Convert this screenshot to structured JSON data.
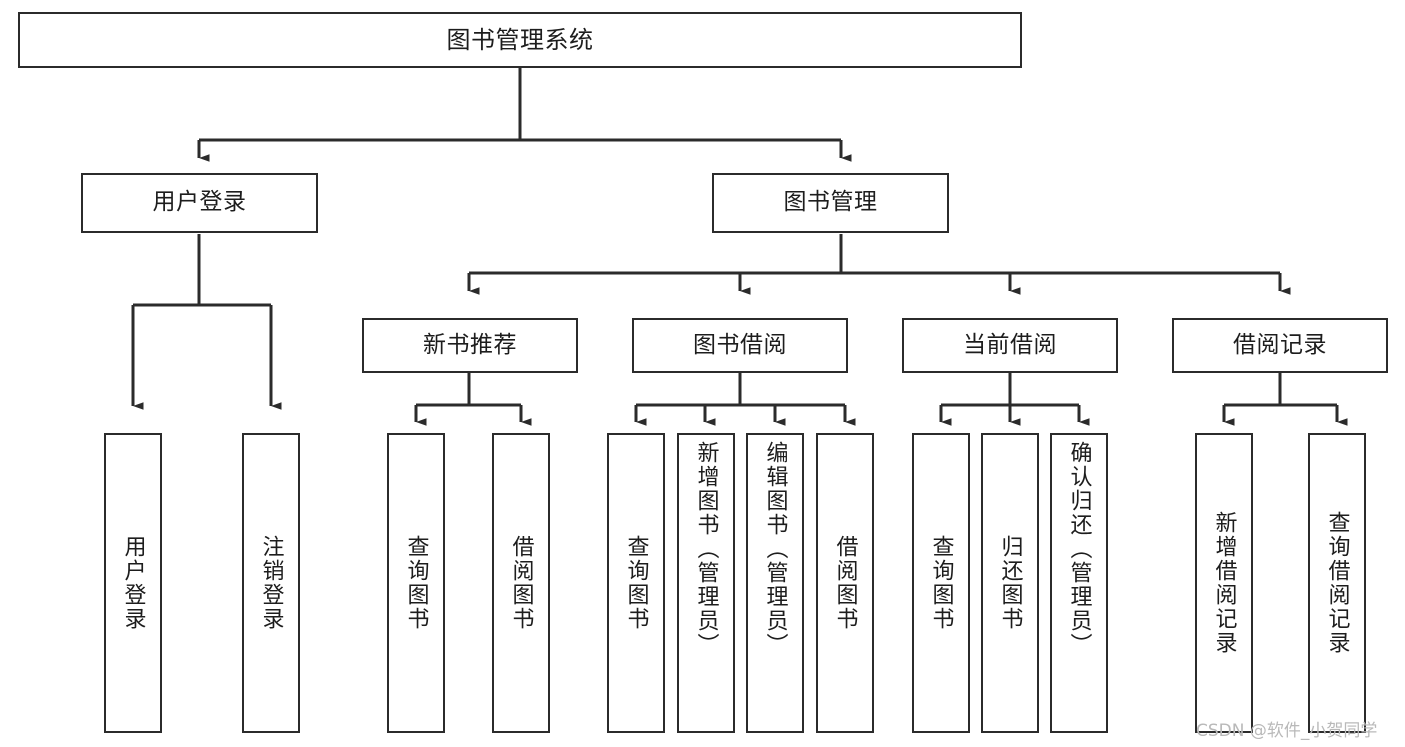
{
  "diagram": {
    "title": "图书管理系统",
    "type": "tree-hierarchy",
    "orientation": "top-down",
    "watermark": "CSDN @软件_小贺同学",
    "colors": {
      "stroke": "#2b2b2b",
      "fill": "#ffffff",
      "text": "#1d1d1d",
      "watermark": "#b9b9b9"
    }
  },
  "nodes": {
    "root": {
      "label": "图书管理系统"
    },
    "level1": [
      {
        "id": "user-login",
        "label": "用户登录"
      },
      {
        "id": "book-management",
        "label": "图书管理"
      }
    ],
    "level2": [
      {
        "id": "new-book-recommend",
        "label": "新书推荐"
      },
      {
        "id": "book-borrow",
        "label": "图书借阅"
      },
      {
        "id": "current-borrow",
        "label": "当前借阅"
      },
      {
        "id": "borrow-record",
        "label": "借阅记录"
      }
    ],
    "leaves": {
      "user-login": [
        {
          "id": "leaf-user-login",
          "label": "用户登录"
        },
        {
          "id": "leaf-user-logout",
          "label": "注销登录"
        }
      ],
      "new-book-recommend": [
        {
          "id": "leaf-query-book-1",
          "label": "查询图书"
        },
        {
          "id": "leaf-borrow-book-1",
          "label": "借阅图书"
        }
      ],
      "book-borrow": [
        {
          "id": "leaf-query-book-2",
          "label": "查询图书"
        },
        {
          "id": "leaf-add-book",
          "label": "新增图书（管理员）"
        },
        {
          "id": "leaf-edit-book",
          "label": "编辑图书（管理员）"
        },
        {
          "id": "leaf-borrow-book-2",
          "label": "借阅图书"
        }
      ],
      "current-borrow": [
        {
          "id": "leaf-query-book-3",
          "label": "查询图书"
        },
        {
          "id": "leaf-return-book",
          "label": "归还图书"
        },
        {
          "id": "leaf-confirm-return",
          "label": "确认归还（管理员）"
        }
      ],
      "borrow-record": [
        {
          "id": "leaf-add-record",
          "label": "新增借阅记录"
        },
        {
          "id": "leaf-query-record",
          "label": "查询借阅记录"
        }
      ]
    }
  }
}
